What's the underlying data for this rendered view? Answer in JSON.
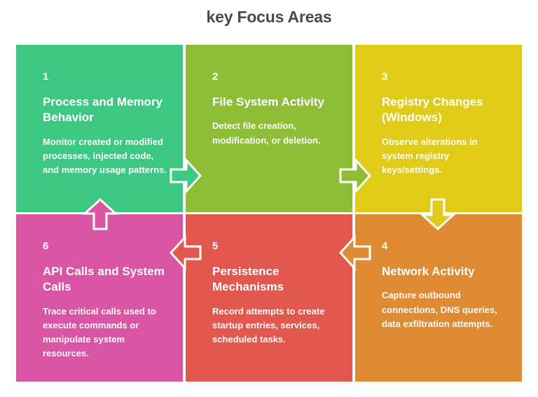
{
  "title": "key Focus Areas",
  "colors": {
    "title_text": "#4a4a4a",
    "background": "#ffffff",
    "cell_1": "#3cc882",
    "cell_2": "#8dbe36",
    "cell_3": "#e0cb16",
    "cell_4": "#df8b33",
    "cell_5": "#e2584f",
    "cell_6": "#db55a5",
    "arrow_outline": "#ffffff",
    "cell_text": "#ffffff"
  },
  "cells": [
    {
      "number": "1",
      "heading": "Process and Memory Behavior",
      "body": "Monitor created or modified processes, injected code, and memory usage patterns.",
      "color": "#3cc882"
    },
    {
      "number": "2",
      "heading": "File System Activity",
      "body": "Detect file creation, modification, or deletion.",
      "color": "#8dbe36"
    },
    {
      "number": "3",
      "heading": "Registry Changes (Windows)",
      "body": "Observe alterations in system registry keys/settings.",
      "color": "#e0cb16"
    },
    {
      "number": "4",
      "heading": "Network Activity",
      "body": "Capture outbound connections, DNS queries, data exfiltration attempts.",
      "color": "#df8b33"
    },
    {
      "number": "5",
      "heading": "Persistence Mechanisms",
      "body": "Record attempts to create startup entries, services, scheduled tasks.",
      "color": "#e2584f"
    },
    {
      "number": "6",
      "heading": "API Calls and System Calls",
      "body": "Trace critical calls used to execute commands or manipulate system resources.",
      "color": "#db55a5"
    }
  ],
  "arrows": [
    {
      "name": "arrow-1-to-2",
      "from": "1",
      "to": "2",
      "direction": "right",
      "color": "#3cc882"
    },
    {
      "name": "arrow-2-to-3",
      "from": "2",
      "to": "3",
      "direction": "right",
      "color": "#8dbe36"
    },
    {
      "name": "arrow-3-to-4",
      "from": "3",
      "to": "4",
      "direction": "down",
      "color": "#e0cb16"
    },
    {
      "name": "arrow-4-to-5",
      "from": "4",
      "to": "5",
      "direction": "left",
      "color": "#df8b33"
    },
    {
      "name": "arrow-5-to-6",
      "from": "5",
      "to": "6",
      "direction": "left",
      "color": "#e2584f"
    },
    {
      "name": "arrow-6-to-1",
      "from": "6",
      "to": "1",
      "direction": "up",
      "color": "#db55a5"
    }
  ]
}
